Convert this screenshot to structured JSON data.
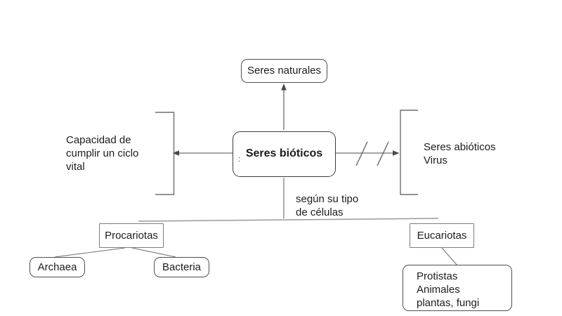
{
  "diagram": {
    "title_node": "Seres bióticos",
    "nodes": {
      "seres_naturales": {
        "label": "Seres naturales"
      },
      "seres_bioticos": {
        "label": "Seres bióticos",
        "mark": ":"
      },
      "procariotas": {
        "label": "Procariotas"
      },
      "eucariotas": {
        "label": "Eucariotas"
      },
      "archaea": {
        "label": "Archaea"
      },
      "bacteria": {
        "label": "Bacteria"
      },
      "protistas": {
        "lines": [
          "Protistas",
          "Animales",
          "plantas, fungi"
        ]
      }
    },
    "annotations": {
      "capacidad": {
        "lines": [
          "Capacidad de",
          "cumplir un ciclo",
          "vital"
        ]
      },
      "abioticos": {
        "lines": [
          "Seres abióticos",
          "Virus"
        ]
      },
      "segun": {
        "lines": [
          "según su tipo",
          "de células"
        ]
      }
    },
    "connectors": [
      "up-arrow to Seres naturales",
      "left-arrow to capacity bracket",
      "right-arrow crossed with double slash to abiotic bracket",
      "down-line to fork line",
      "fork line to Procariotas and Eucariotas",
      "Procariotas to Archaea",
      "Procariotas to Bacteria",
      "Eucariotas to Protistas"
    ],
    "colors": {
      "background": "#ffffff",
      "ink": "#1c1c1c",
      "box_border_dark": "#3d3d3d",
      "box_border_mid": "#4f4f4f",
      "box_border_light": "#7d7d7d",
      "line": "#6e6e6e",
      "fork_line": "#9a9a9a",
      "arrowhead": "#4a4a4a"
    }
  }
}
